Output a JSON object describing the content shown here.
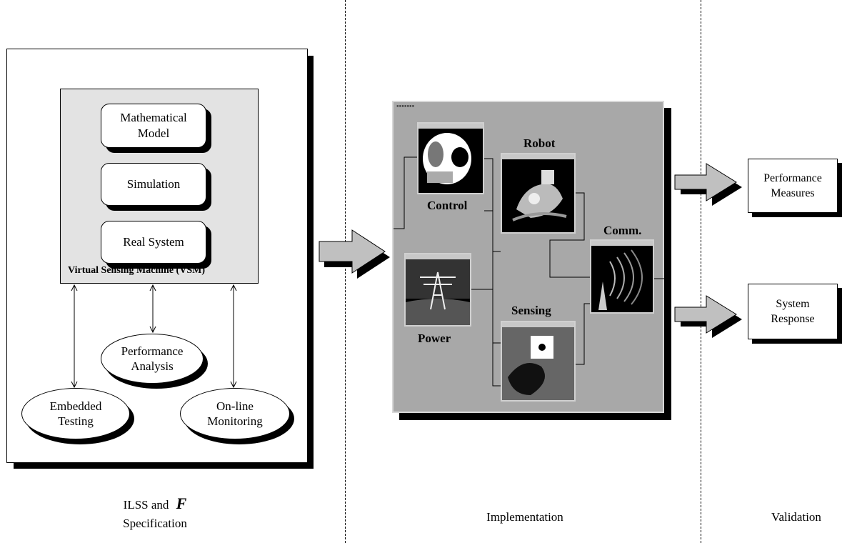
{
  "columns": {
    "specification": {
      "line1": "ILSS and",
      "symbol": "F",
      "line2": "Specification"
    },
    "implementation": {
      "label": "Implementation"
    },
    "validation": {
      "label": "Validation"
    }
  },
  "vsm": {
    "label": "Virtual Sensing Machine (VSM)",
    "boxes": [
      {
        "line1": "Mathematical",
        "line2": "Model"
      },
      {
        "line1": "Simulation",
        "line2": ""
      },
      {
        "line1": "Real System",
        "line2": ""
      }
    ]
  },
  "ellipses": {
    "performance": {
      "line1": "Performance",
      "line2": "Analysis"
    },
    "embedded": {
      "line1": "Embedded",
      "line2": "Testing"
    },
    "online": {
      "line1": "On-line",
      "line2": "Monitoring"
    }
  },
  "modules": {
    "control": "Control",
    "robot": "Robot",
    "power": "Power",
    "sensing": "Sensing",
    "comm": "Comm."
  },
  "outputs": {
    "performance_measures": {
      "line1": "Performance",
      "line2": "Measures"
    },
    "system_response": {
      "line1": "System",
      "line2": "Response"
    }
  },
  "colors": {
    "panel_fill": "#e3e3e3",
    "window_fill": "#a8a8a8",
    "arrow_fill": "#c0c0c0",
    "shadow": "#000000"
  }
}
